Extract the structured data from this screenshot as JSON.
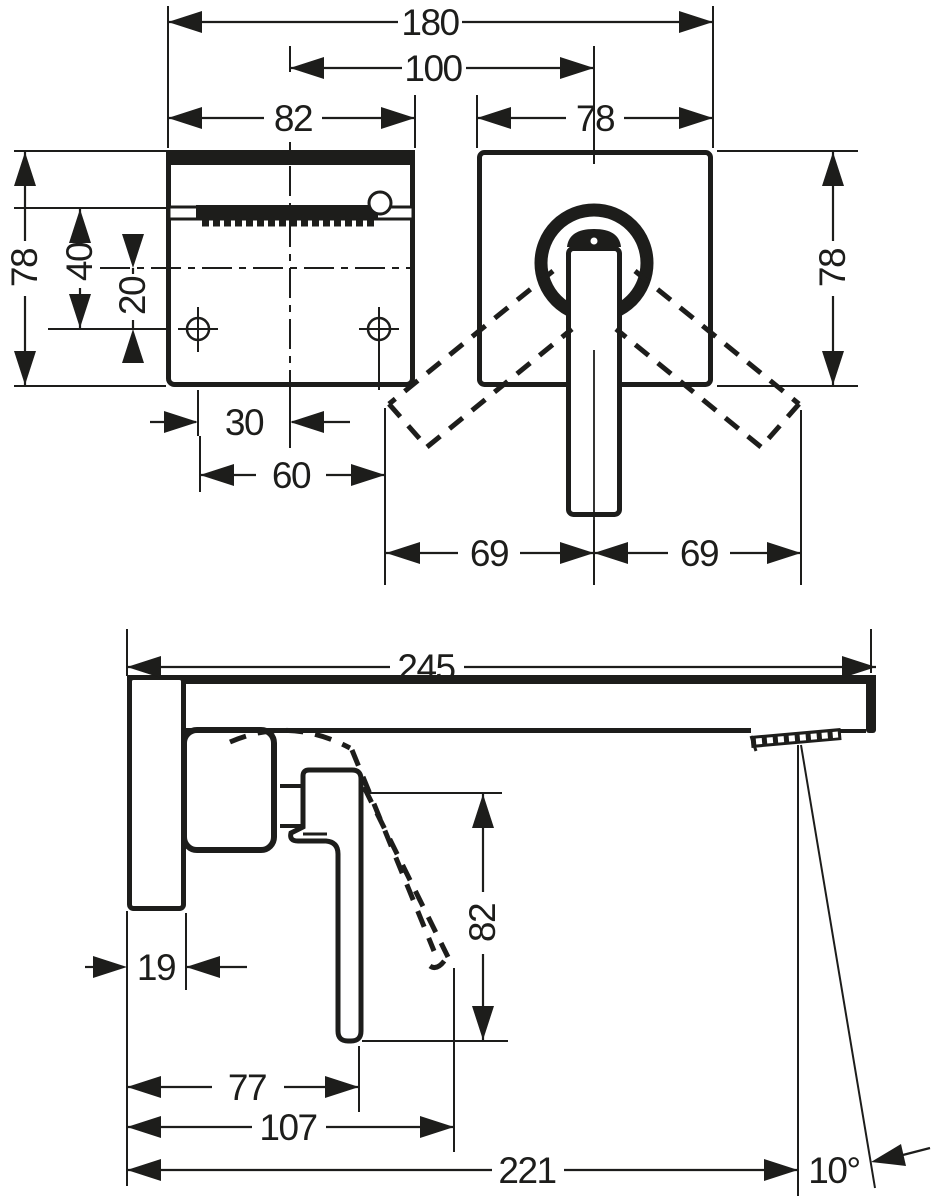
{
  "drawing": {
    "kind": "technical dimension drawing",
    "subject": "wall-mounted single-lever basin mixer, front and side views",
    "ink_color": "#1d1d1b",
    "paper_color": "#ffffff"
  },
  "dims": {
    "front": {
      "total_width": "180",
      "center_offset": "100",
      "spout_plate_width": "82",
      "escutcheon_width": "78",
      "plate_height": "78",
      "aerator_to_holes": "40",
      "centerline_to_holes": "20",
      "hole_to_center": "30",
      "hole_spacing": "60",
      "handle_swing_left": "69",
      "handle_swing_right": "69",
      "escutcheon_height": "78"
    },
    "side": {
      "spout_length": "245",
      "handle_length": "82",
      "plate_depth": "19",
      "handle_closed_depth": "77",
      "handle_open_depth": "107",
      "outlet_projection": "221",
      "stream_angle": "10°"
    }
  }
}
